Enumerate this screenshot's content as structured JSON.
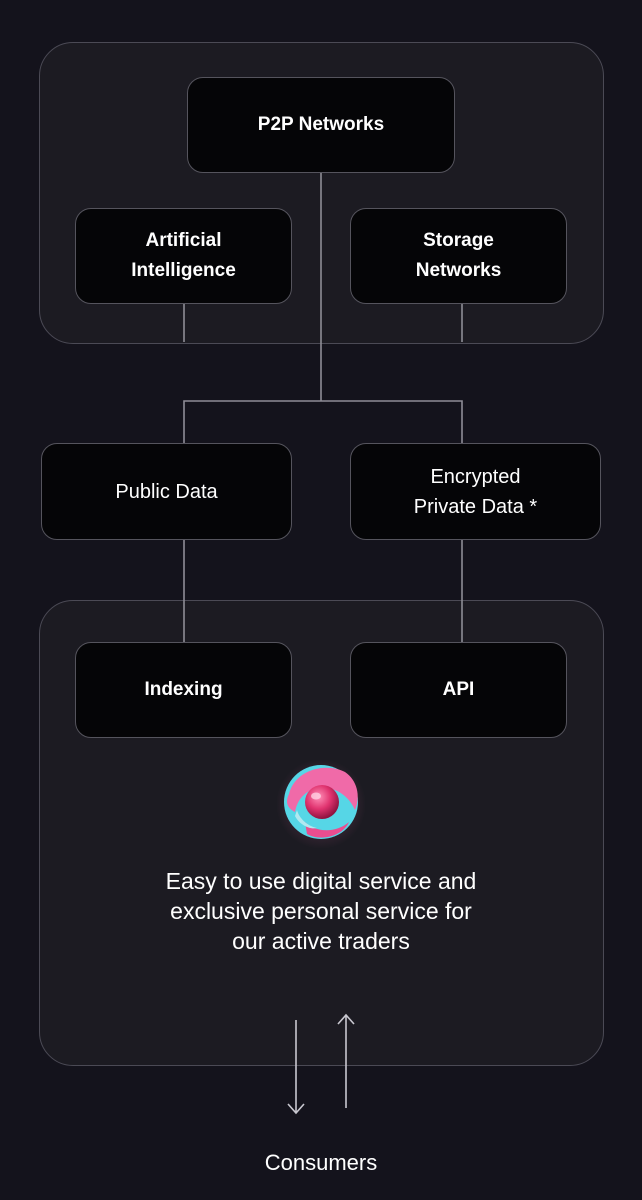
{
  "top_group": {
    "p2p": "P2P Networks",
    "ai": "Artificial\nIntelligence",
    "storage": "Storage\nNetworks"
  },
  "data_layer": {
    "public": "Public Data",
    "private": "Encrypted\nPrivate Data *"
  },
  "bottom_group": {
    "indexing": "Indexing",
    "api": "API",
    "tagline": "Easy to use digital service and\nexclusive personal service for\nour active traders"
  },
  "consumers": "Consumers",
  "colors": {
    "background": "#14131c",
    "panel": "#1c1b22",
    "node": "#050507",
    "border": "#55545d",
    "line": "#8e8d96",
    "logo_cyan": "#56d6e6",
    "logo_pink": "#f06aa8",
    "logo_magenta": "#d42a6e"
  },
  "icons": {
    "logo": "swirl-orb-logo",
    "down_arrow": "arrow-down-icon",
    "up_arrow": "arrow-up-icon"
  }
}
